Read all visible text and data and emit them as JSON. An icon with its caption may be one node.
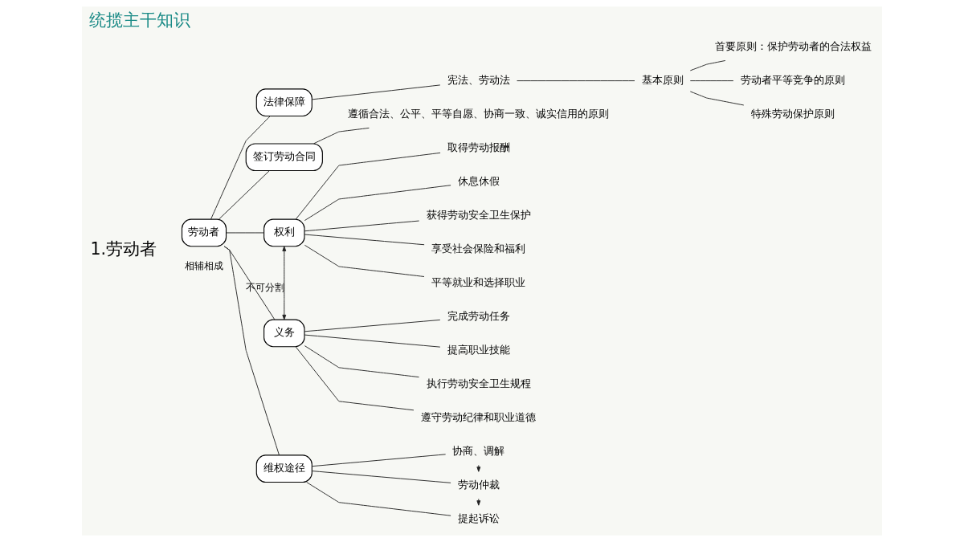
{
  "diagram": {
    "title": "统揽主干知识",
    "nodes": [
      {
        "text": [
          "劳动者"
        ]
      },
      {
        "text": [
          "法律保障"
        ]
      },
      {
        "text": [
          "宪法、劳动法"
        ]
      },
      {
        "text": [
          "基本原则"
        ]
      },
      {
        "text": [
          "首要原则：保护劳动者的合法权益"
        ]
      },
      {
        "text": [
          "劳动者平等竞争的原则"
        ]
      },
      {
        "text": [
          "特殊劳动保护原则"
        ]
      },
      {
        "text": [
          "签订劳动合同"
        ]
      },
      {
        "text": [
          "遵循合法、公平、平等自愿、协商一致、诚实信用的原则"
        ]
      },
      {
        "text": [
          "权利"
        ]
      },
      {
        "text": [
          "取得劳动报酬"
        ]
      },
      {
        "text": [
          "休息休假"
        ]
      },
      {
        "text": [
          "获得劳动安全卫生保护"
        ]
      },
      {
        "text": [
          "享受社会保险和福利"
        ]
      },
      {
        "text": [
          "平等就业和选择职业"
        ]
      },
      {
        "text": [
          "义务"
        ]
      },
      {
        "text": [
          "完成劳动任务"
        ]
      },
      {
        "text": [
          "提高职业技能"
        ]
      },
      {
        "text": [
          "执行劳动安全卫生规程"
        ]
      },
      {
        "text": [
          "遵守劳动纪律和职业道德"
        ]
      },
      {
        "text": [
          "维权途径"
        ]
      },
      {
        "text": [
          "协商、调解"
        ]
      },
      {
        "text": [
          "劳动仲裁"
        ]
      },
      {
        "text": [
          "提起诉讼"
        ]
      }
    ],
    "edges": [
      {
        "from": 0,
        "to": 1,
        "arrow": "none"
      },
      {
        "from": 0,
        "to": 7,
        "arrow": "none"
      },
      {
        "from": 0,
        "to": 9,
        "arrow": "none"
      },
      {
        "from": 0,
        "to": 15,
        "arrow": "none"
      },
      {
        "from": 0,
        "to": 20,
        "arrow": "none"
      },
      {
        "from": 1,
        "to": 2,
        "arrow": "none"
      },
      {
        "from": 2,
        "to": 3,
        "arrow": "none"
      },
      {
        "from": 3,
        "to": 4,
        "arrow": "none"
      },
      {
        "from": 3,
        "to": 5,
        "arrow": "none"
      },
      {
        "from": 3,
        "to": 6,
        "arrow": "none"
      },
      {
        "from": 7,
        "to": 8,
        "arrow": "none"
      },
      {
        "from": 9,
        "to": 10,
        "arrow": "none"
      },
      {
        "from": 9,
        "to": 11,
        "arrow": "none"
      },
      {
        "from": 9,
        "to": 12,
        "arrow": "none"
      },
      {
        "from": 9,
        "to": 13,
        "arrow": "none"
      },
      {
        "from": 9,
        "to": 14,
        "arrow": "none"
      },
      {
        "from": 9,
        "to": 15,
        "arrow": "both",
        "label": "不可分割"
      },
      {
        "from": 15,
        "to": 16,
        "arrow": "none"
      },
      {
        "from": 15,
        "to": 17,
        "arrow": "none"
      },
      {
        "from": 15,
        "to": 18,
        "arrow": "none"
      },
      {
        "from": 15,
        "to": 19,
        "arrow": "none"
      },
      {
        "from": 20,
        "to": 21,
        "arrow": "none"
      },
      {
        "from": 20,
        "to": 22,
        "arrow": "none"
      },
      {
        "from": 20,
        "to": 23,
        "arrow": "none"
      },
      {
        "from": 21,
        "to": 22,
        "arrow": "to"
      },
      {
        "from": 22,
        "to": 23,
        "arrow": "to"
      }
    ],
    "labels": [
      "1.劳动者",
      "相辅相成"
    ]
  }
}
